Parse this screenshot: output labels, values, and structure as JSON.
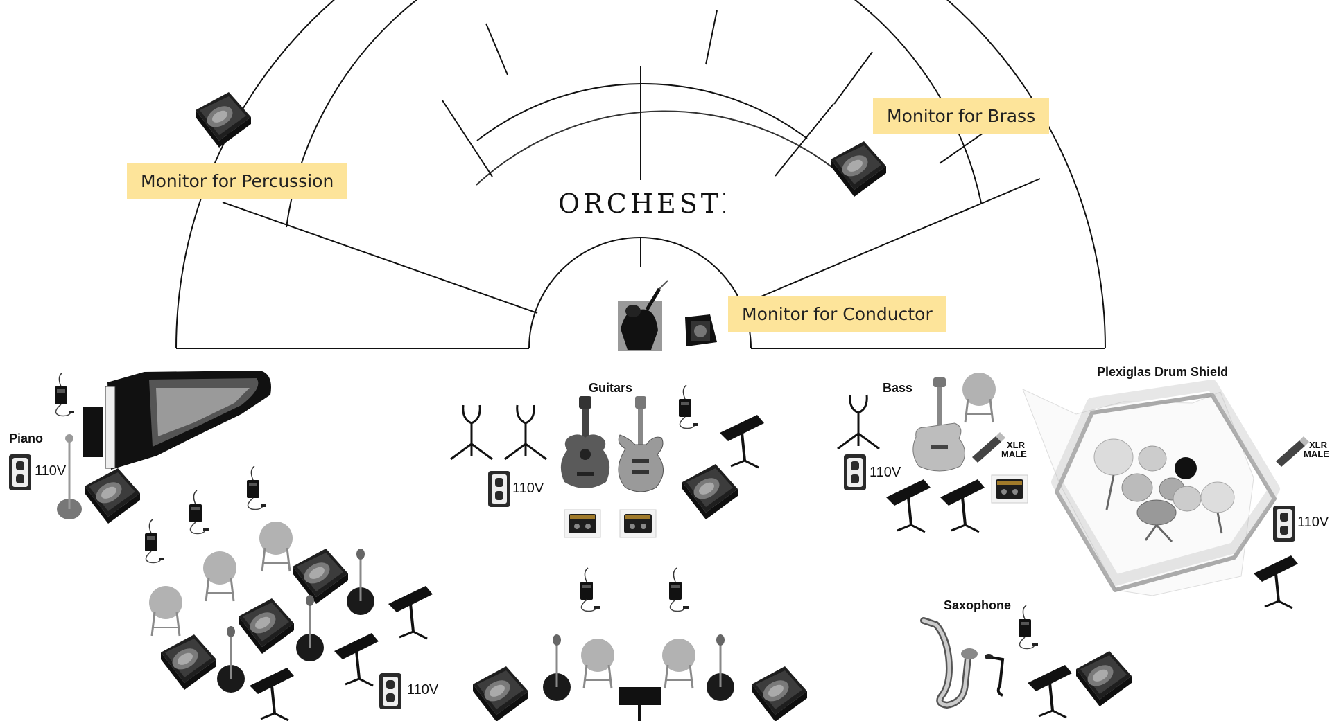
{
  "diagram": {
    "title": "ORCHESTRA",
    "callouts": {
      "percussion": "Monitor for Percussion",
      "brass": "Monitor for Brass",
      "conductor": "Monitor for Conductor"
    },
    "labels": {
      "piano": "Piano",
      "guitars": "Guitars",
      "bass": "Bass",
      "drum_shield": "Plexiglas Drum Shield",
      "saxophone": "Saxophone"
    },
    "outlet_label": "110V",
    "xlr_label": [
      "XLR",
      "MALE"
    ],
    "colors": {
      "callout_bg": "#fde49a",
      "equipment_dark": "#2b2b2b",
      "equipment_gray": "#9a9a9a",
      "stool": "#b0b0b0"
    }
  }
}
